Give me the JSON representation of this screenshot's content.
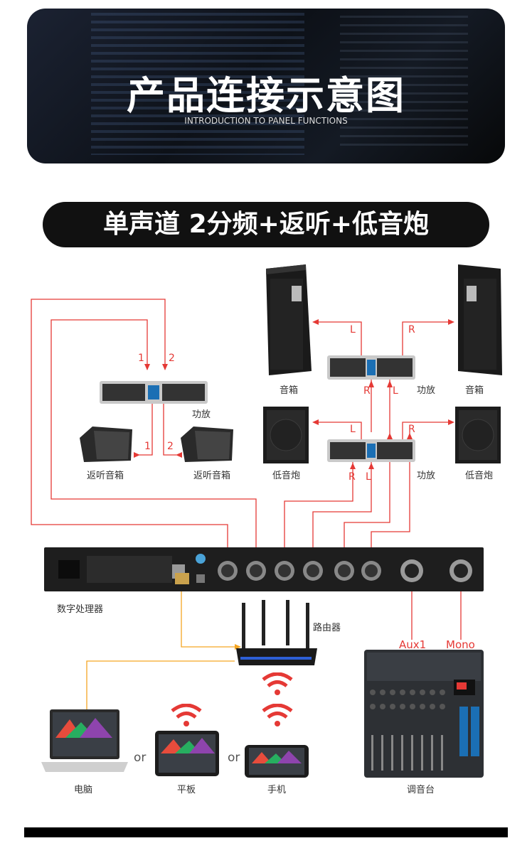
{
  "banner": {
    "title": "产品连接示意图",
    "subtitle": "INTRODUCTION TO PANEL FUNCTIONS"
  },
  "mode_title": "单声道 2分频+返听+低音炮",
  "labels": {
    "speaker_left": "音箱",
    "speaker_right": "音箱",
    "amp_top": "功放",
    "amp_monitor": "功放",
    "amp_sub": "功放",
    "monitor_left": "返听音箱",
    "monitor_right": "返听音箱",
    "sub_left": "低音炮",
    "sub_right": "低音炮",
    "processor": "数字处理器",
    "router": "路由器",
    "computer": "电脑",
    "tablet": "平板",
    "phone": "手机",
    "mixer": "调音台"
  },
  "channel_marks": {
    "one": "1",
    "two": "2",
    "left": "L",
    "right": "R"
  },
  "mixer_outputs": {
    "aux": "Aux1",
    "mono": "Mono"
  },
  "or_text": "or",
  "colors": {
    "signal": "#e53935",
    "network": "#f5a623",
    "dark": "#111111"
  }
}
